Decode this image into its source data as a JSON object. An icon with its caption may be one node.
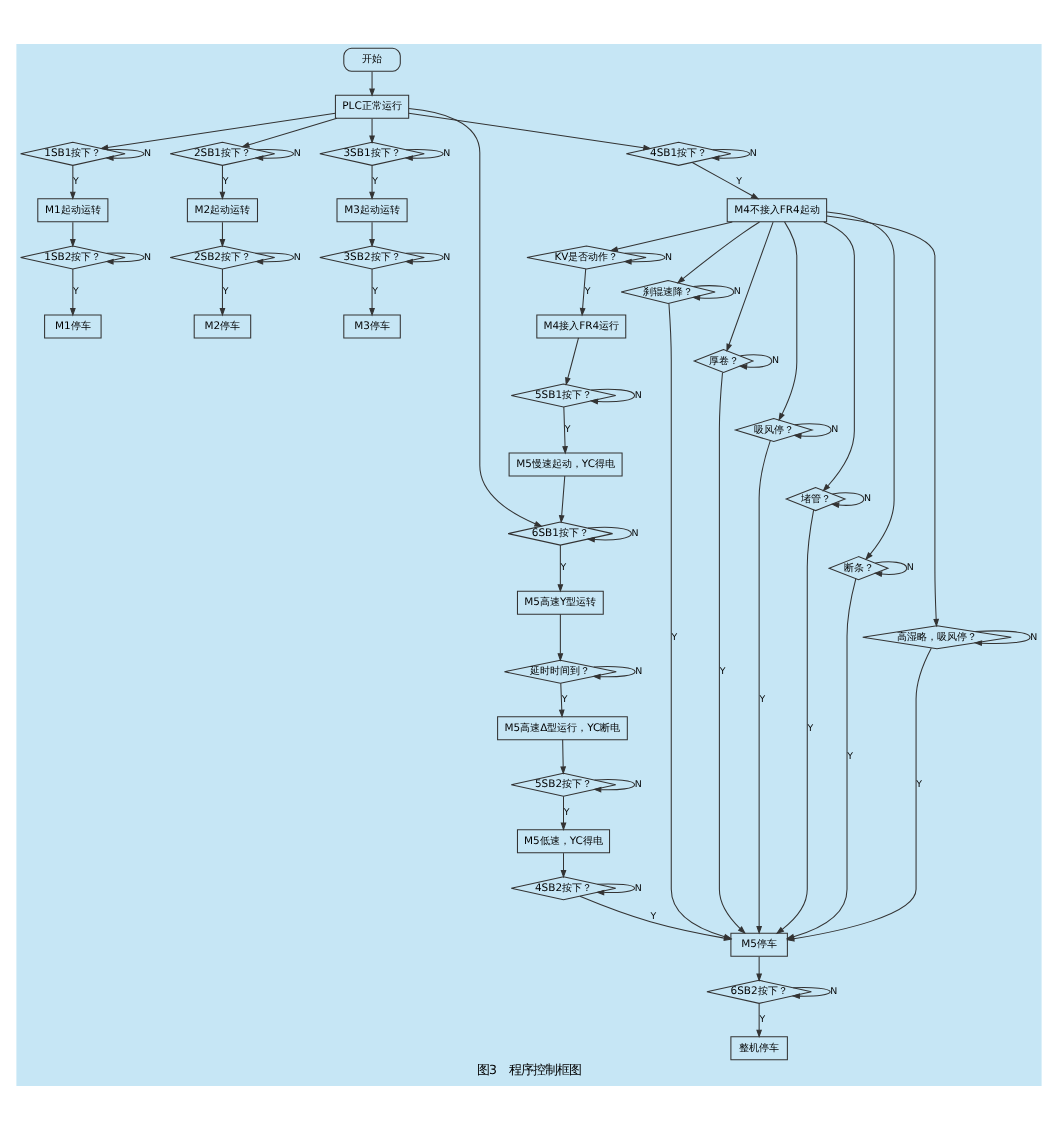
{
  "diagram": {
    "caption": "图3　程序控制框图",
    "nodes": [
      {
        "text": [
          "开始"
        ]
      },
      {
        "text": [
          "PLC正常运行"
        ]
      },
      {
        "text": [
          "1SB1按下？"
        ]
      },
      {
        "text": [
          "M1起动运转"
        ]
      },
      {
        "text": [
          "1SB2按下？"
        ]
      },
      {
        "text": [
          "M1停车"
        ]
      },
      {
        "text": [
          "2SB1按下？"
        ]
      },
      {
        "text": [
          "M2起动运转"
        ]
      },
      {
        "text": [
          "2SB2按下？"
        ]
      },
      {
        "text": [
          "M2停车"
        ]
      },
      {
        "text": [
          "3SB1按下？"
        ]
      },
      {
        "text": [
          "M3起动运转"
        ]
      },
      {
        "text": [
          "3SB2按下？"
        ]
      },
      {
        "text": [
          "M3停车"
        ]
      },
      {
        "text": [
          "4SB1按下？"
        ]
      },
      {
        "text": [
          "M4不接入FR4起动"
        ]
      },
      {
        "text": [
          "KV是否动作？"
        ]
      },
      {
        "text": [
          "M4接入FR4运行"
        ]
      },
      {
        "text": [
          "5SB1按下？"
        ]
      },
      {
        "text": [
          "M5慢速起动，YC得电"
        ]
      },
      {
        "text": [
          "6SB1按下？"
        ]
      },
      {
        "text": [
          "M5高速Y型运转"
        ]
      },
      {
        "text": [
          "延时时间到？"
        ]
      },
      {
        "text": [
          "M5高速Δ型运行，YC断电"
        ]
      },
      {
        "text": [
          "5SB2按下？"
        ]
      },
      {
        "text": [
          "M5低速，YC得电"
        ]
      },
      {
        "text": [
          "4SB2按下？"
        ]
      },
      {
        "text": [
          "M5停车"
        ]
      },
      {
        "text": [
          "6SB2按下？"
        ]
      },
      {
        "text": [
          "整机停车"
        ]
      },
      {
        "text": [
          "刹辊速降？"
        ]
      },
      {
        "text": [
          "厚卷？"
        ]
      },
      {
        "text": [
          "吸风停？"
        ]
      },
      {
        "text": [
          "堵管？"
        ]
      },
      {
        "text": [
          "断条？"
        ]
      },
      {
        "text": [
          "高湿略，吸风停？"
        ]
      }
    ],
    "edges": [
      {
        "from": 0,
        "to": 1,
        "arrow": "to"
      },
      {
        "from": 1,
        "to": 2,
        "arrow": "to"
      },
      {
        "from": 2,
        "to": 2,
        "arrow": "to",
        "label": "N"
      },
      {
        "from": 2,
        "to": 3,
        "arrow": "to",
        "label": "Y"
      },
      {
        "from": 3,
        "to": 4,
        "arrow": "to"
      },
      {
        "from": 4,
        "to": 4,
        "arrow": "to",
        "label": "N"
      },
      {
        "from": 4,
        "to": 5,
        "arrow": "to",
        "label": "Y"
      },
      {
        "from": 1,
        "to": 6,
        "arrow": "to"
      },
      {
        "from": 6,
        "to": 6,
        "arrow": "to",
        "label": "N"
      },
      {
        "from": 6,
        "to": 7,
        "arrow": "to",
        "label": "Y"
      },
      {
        "from": 7,
        "to": 8,
        "arrow": "to"
      },
      {
        "from": 8,
        "to": 8,
        "arrow": "to",
        "label": "N"
      },
      {
        "from": 8,
        "to": 9,
        "arrow": "to",
        "label": "Y"
      },
      {
        "from": 1,
        "to": 10,
        "arrow": "to"
      },
      {
        "from": 10,
        "to": 10,
        "arrow": "to",
        "label": "N"
      },
      {
        "from": 10,
        "to": 11,
        "arrow": "to",
        "label": "Y"
      },
      {
        "from": 11,
        "to": 12,
        "arrow": "to"
      },
      {
        "from": 12,
        "to": 12,
        "arrow": "to",
        "label": "N"
      },
      {
        "from": 12,
        "to": 13,
        "arrow": "to",
        "label": "Y"
      },
      {
        "from": 1,
        "to": 14,
        "arrow": "to"
      },
      {
        "from": 14,
        "to": 14,
        "arrow": "to",
        "label": "N"
      },
      {
        "from": 14,
        "to": 15,
        "arrow": "to",
        "label": "Y"
      },
      {
        "from": 15,
        "to": 16,
        "arrow": "to"
      },
      {
        "from": 16,
        "to": 16,
        "arrow": "to",
        "label": "N"
      },
      {
        "from": 16,
        "to": 17,
        "arrow": "to",
        "label": "Y"
      },
      {
        "from": 17,
        "to": 18,
        "arrow": "to"
      },
      {
        "from": 18,
        "to": 18,
        "arrow": "to",
        "label": "N"
      },
      {
        "from": 18,
        "to": 19,
        "arrow": "to",
        "label": "Y"
      },
      {
        "from": 19,
        "to": 20,
        "arrow": "to"
      },
      {
        "from": 1,
        "to": 20,
        "arrow": "to"
      },
      {
        "from": 20,
        "to": 20,
        "arrow": "to",
        "label": "N"
      },
      {
        "from": 20,
        "to": 21,
        "arrow": "to",
        "label": "Y"
      },
      {
        "from": 21,
        "to": 22,
        "arrow": "to"
      },
      {
        "from": 22,
        "to": 22,
        "arrow": "to",
        "label": "N"
      },
      {
        "from": 22,
        "to": 23,
        "arrow": "to",
        "label": "Y"
      },
      {
        "from": 23,
        "to": 24,
        "arrow": "to"
      },
      {
        "from": 24,
        "to": 24,
        "arrow": "to",
        "label": "N"
      },
      {
        "from": 24,
        "to": 25,
        "arrow": "to",
        "label": "Y"
      },
      {
        "from": 25,
        "to": 26,
        "arrow": "to"
      },
      {
        "from": 26,
        "to": 26,
        "arrow": "to",
        "label": "N"
      },
      {
        "from": 26,
        "to": 27,
        "arrow": "to",
        "label": "Y"
      },
      {
        "from": 27,
        "to": 28,
        "arrow": "to"
      },
      {
        "from": 28,
        "to": 28,
        "arrow": "to",
        "label": "N"
      },
      {
        "from": 28,
        "to": 29,
        "arrow": "to",
        "label": "Y"
      },
      {
        "from": 15,
        "to": 30,
        "arrow": "to"
      },
      {
        "from": 15,
        "to": 31,
        "arrow": "to"
      },
      {
        "from": 15,
        "to": 32,
        "arrow": "to"
      },
      {
        "from": 15,
        "to": 33,
        "arrow": "to"
      },
      {
        "from": 15,
        "to": 34,
        "arrow": "to"
      },
      {
        "from": 15,
        "to": 35,
        "arrow": "to"
      },
      {
        "from": 30,
        "to": 30,
        "arrow": "to",
        "label": "N"
      },
      {
        "from": 31,
        "to": 31,
        "arrow": "to",
        "label": "N"
      },
      {
        "from": 32,
        "to": 32,
        "arrow": "to",
        "label": "N"
      },
      {
        "from": 33,
        "to": 33,
        "arrow": "to",
        "label": "N"
      },
      {
        "from": 34,
        "to": 34,
        "arrow": "to",
        "label": "N"
      },
      {
        "from": 35,
        "to": 35,
        "arrow": "to",
        "label": "N"
      },
      {
        "from": 30,
        "to": 27,
        "arrow": "to",
        "label": "Y"
      },
      {
        "from": 31,
        "to": 27,
        "arrow": "to",
        "label": "Y"
      },
      {
        "from": 32,
        "to": 27,
        "arrow": "to",
        "label": "Y"
      },
      {
        "from": 33,
        "to": 27,
        "arrow": "to",
        "label": "Y"
      },
      {
        "from": 34,
        "to": 27,
        "arrow": "to",
        "label": "Y"
      },
      {
        "from": 35,
        "to": 27,
        "arrow": "to",
        "label": "Y"
      }
    ]
  }
}
